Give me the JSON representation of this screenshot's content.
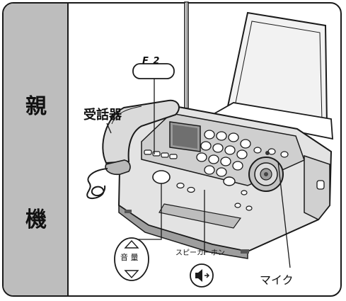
{
  "side_tab": {
    "chars": [
      "親",
      "機"
    ]
  },
  "callouts": {
    "handset": "受話器",
    "f2_key": "F 2",
    "volume_key": "音 量",
    "speaker_label": "スピーカーホン",
    "mic": "マイク"
  },
  "icons": {
    "volume_up": "triangle-up-icon",
    "volume_down": "triangle-down-icon",
    "speaker": "speaker-icon"
  },
  "colors": {
    "line": "#1a1a1a",
    "tab_gray": "#bdbdbd",
    "body_gray": "#d9d9d9",
    "dark_gray": "#8c8c8c"
  }
}
